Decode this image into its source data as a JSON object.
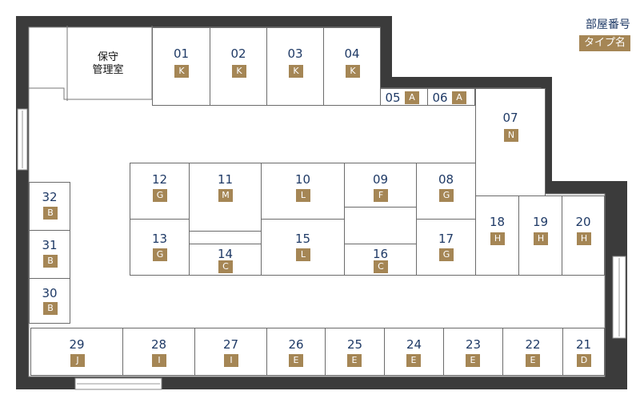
{
  "legend": {
    "title": "部屋番号",
    "tag": "タイプ名"
  },
  "office": {
    "line1": "保守",
    "line2": "管理室"
  },
  "rooms": [
    {
      "num": "01",
      "type": "K"
    },
    {
      "num": "02",
      "type": "K"
    },
    {
      "num": "03",
      "type": "K"
    },
    {
      "num": "04",
      "type": "K"
    },
    {
      "num": "05",
      "type": "A"
    },
    {
      "num": "06",
      "type": "A"
    },
    {
      "num": "07",
      "type": "N"
    },
    {
      "num": "08",
      "type": "G"
    },
    {
      "num": "09",
      "type": "F"
    },
    {
      "num": "10",
      "type": "L"
    },
    {
      "num": "11",
      "type": "M"
    },
    {
      "num": "12",
      "type": "G"
    },
    {
      "num": "13",
      "type": "G"
    },
    {
      "num": "14",
      "type": "C"
    },
    {
      "num": "15",
      "type": "L"
    },
    {
      "num": "16",
      "type": "C"
    },
    {
      "num": "17",
      "type": "G"
    },
    {
      "num": "18",
      "type": "H"
    },
    {
      "num": "19",
      "type": "H"
    },
    {
      "num": "20",
      "type": "H"
    },
    {
      "num": "21",
      "type": "D"
    },
    {
      "num": "22",
      "type": "E"
    },
    {
      "num": "23",
      "type": "E"
    },
    {
      "num": "24",
      "type": "E"
    },
    {
      "num": "25",
      "type": "E"
    },
    {
      "num": "26",
      "type": "E"
    },
    {
      "num": "27",
      "type": "I"
    },
    {
      "num": "28",
      "type": "I"
    },
    {
      "num": "29",
      "type": "J"
    },
    {
      "num": "30",
      "type": "B"
    },
    {
      "num": "31",
      "type": "B"
    },
    {
      "num": "32",
      "type": "B"
    }
  ]
}
